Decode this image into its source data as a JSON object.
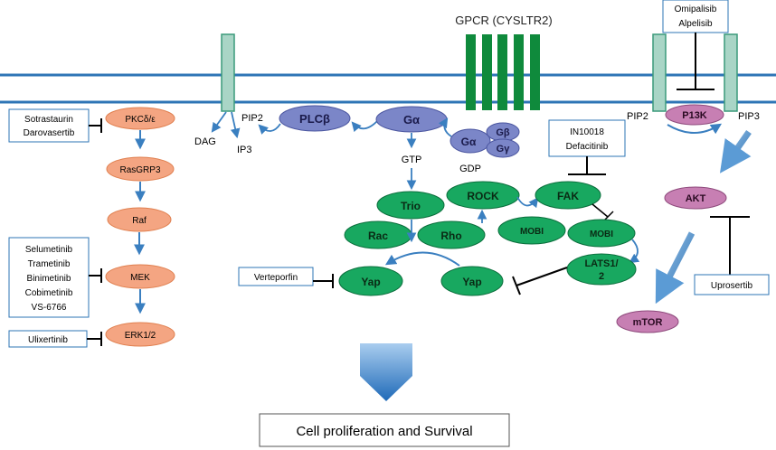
{
  "receptor": {
    "label": "GPCR (CYSLTR2)"
  },
  "membrane": {
    "pip2_left": "PIP2",
    "dag": "DAG",
    "ip3": "IP3",
    "pip2_right": "PIP2",
    "pip3": "PIP3"
  },
  "gprotein": {
    "plcb": "PLCβ",
    "galpha_active": "Gα",
    "galpha": "Gα",
    "gbeta": "Gβ",
    "ggamma": "Gγ",
    "gtp": "GTP",
    "gdp": "GDP"
  },
  "pkc_pathway": {
    "pkc": "PKCδ/ε",
    "rasgrp3": "RasGRP3",
    "raf": "Raf",
    "mek": "MEK",
    "erk": "ERK1/2"
  },
  "yap_pathway": {
    "trio": "Trio",
    "rock": "ROCK",
    "fak": "FAK",
    "rac": "Rac",
    "rho": "Rho",
    "mob_left": "MOBI",
    "mob_right": "MOBI",
    "yap_left": "Yap",
    "yap_right": "Yap",
    "lats_line1": "LATS1/",
    "lats_line2": "2"
  },
  "pi3k_pathway": {
    "pi3k": "P13K",
    "akt": "AKT",
    "mtor": "mTOR"
  },
  "inhibitors": {
    "pkc": [
      "Sotrastaurin",
      "Darovasertib"
    ],
    "mek": [
      "Selumetinib",
      "Trametinib",
      "Binimetinib",
      "Cobimetinib",
      "VS-6766"
    ],
    "erk": [
      "Ulixertinib"
    ],
    "fak": [
      "IN10018",
      "Defacitinib"
    ],
    "yap": [
      "Verteporfin"
    ],
    "pi3k": [
      "Omipalisib",
      "Alpelisib"
    ],
    "akt": [
      "Uprosertib"
    ]
  },
  "outcome": {
    "label": "Cell proliferation and Survival"
  },
  "colors": {
    "membrane": "#2e75b6",
    "arrow": "#3a7fc0",
    "receptor_green": "#0f8a3c",
    "tm_helix": "#a9d5c6",
    "pkc_node": "#f4a582",
    "yap_node": "#18a860",
    "gprot_node": "#7b86c8",
    "pi3k_node": "#c77fb3",
    "box_border": "#2e75b6",
    "inhibitor": "#000000"
  }
}
